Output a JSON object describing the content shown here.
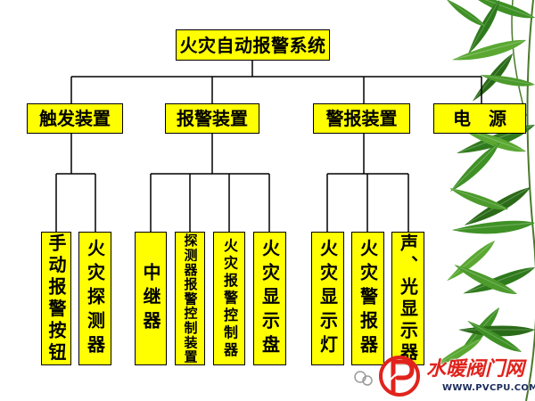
{
  "diagram": {
    "root": "火灾自动报警系统",
    "groups": [
      {
        "label": "触发装置",
        "children": [
          "手动报警按钮",
          "火灾探测器"
        ]
      },
      {
        "label": "报警装置",
        "children": [
          "中继器",
          "探测器报警控制装置",
          "火灾报警控制器",
          "火灾显示盘"
        ]
      },
      {
        "label": "警报装置",
        "children": [
          "火灾显示灯",
          "火灾警报器",
          "声、光显示器"
        ]
      },
      {
        "label": "电　源",
        "children": []
      }
    ]
  },
  "watermark": {
    "site_name": "水暖阀门网",
    "site_url": "WWW.PVCPU.COM",
    "logo_icon": "pv-logo-icon",
    "social_icon": "wechat-icon"
  },
  "decoration": {
    "background_art": "bamboo-leaf-icon"
  },
  "colors": {
    "box_fill": "#ffff00",
    "box_border": "#000000",
    "text": "#000000",
    "connector": "#000000",
    "watermark_red": "#e0231c",
    "watermark_dark": "#1a2a5a",
    "leaf_green": "#3f9126",
    "background": "#ffffff"
  }
}
